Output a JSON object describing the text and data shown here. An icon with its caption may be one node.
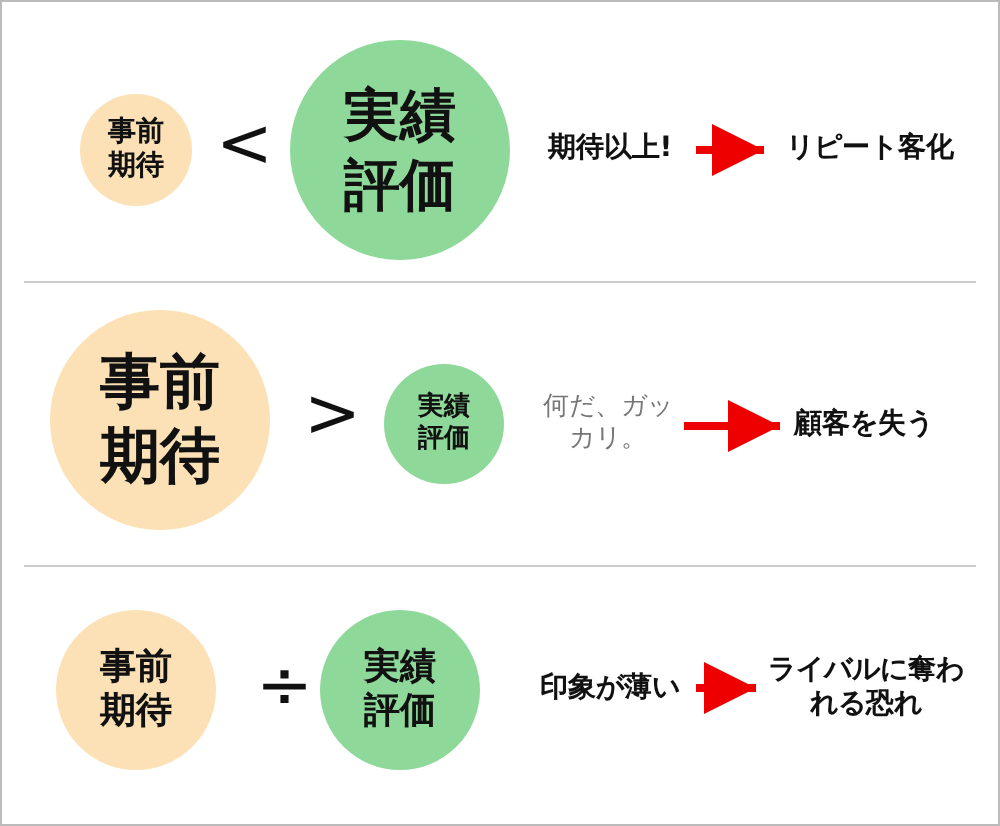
{
  "diagram": {
    "nodes": [
      {
        "text": [
          "事前期待"
        ]
      },
      {
        "text": [
          "実績評価"
        ]
      },
      {
        "text": [
          "期待以上!"
        ]
      },
      {
        "text": [
          "リピート客化"
        ]
      },
      {
        "text": [
          "事前期待"
        ]
      },
      {
        "text": [
          "実績評価"
        ]
      },
      {
        "text": [
          "何だ、ガッカリ。"
        ]
      },
      {
        "text": [
          "顧客を失う"
        ]
      },
      {
        "text": [
          "事前期待"
        ]
      },
      {
        "text": [
          "実績評価"
        ]
      },
      {
        "text": [
          "印象が薄い"
        ]
      },
      {
        "text": [
          "ライバルに奪われる恐れ"
        ]
      }
    ],
    "edges": [
      {
        "from": 2,
        "to": 3,
        "arrow": "to"
      },
      {
        "from": 6,
        "to": 7,
        "arrow": "to"
      },
      {
        "from": 10,
        "to": 11,
        "arrow": "to"
      }
    ],
    "labels": [
      "<",
      ">",
      "÷"
    ]
  }
}
